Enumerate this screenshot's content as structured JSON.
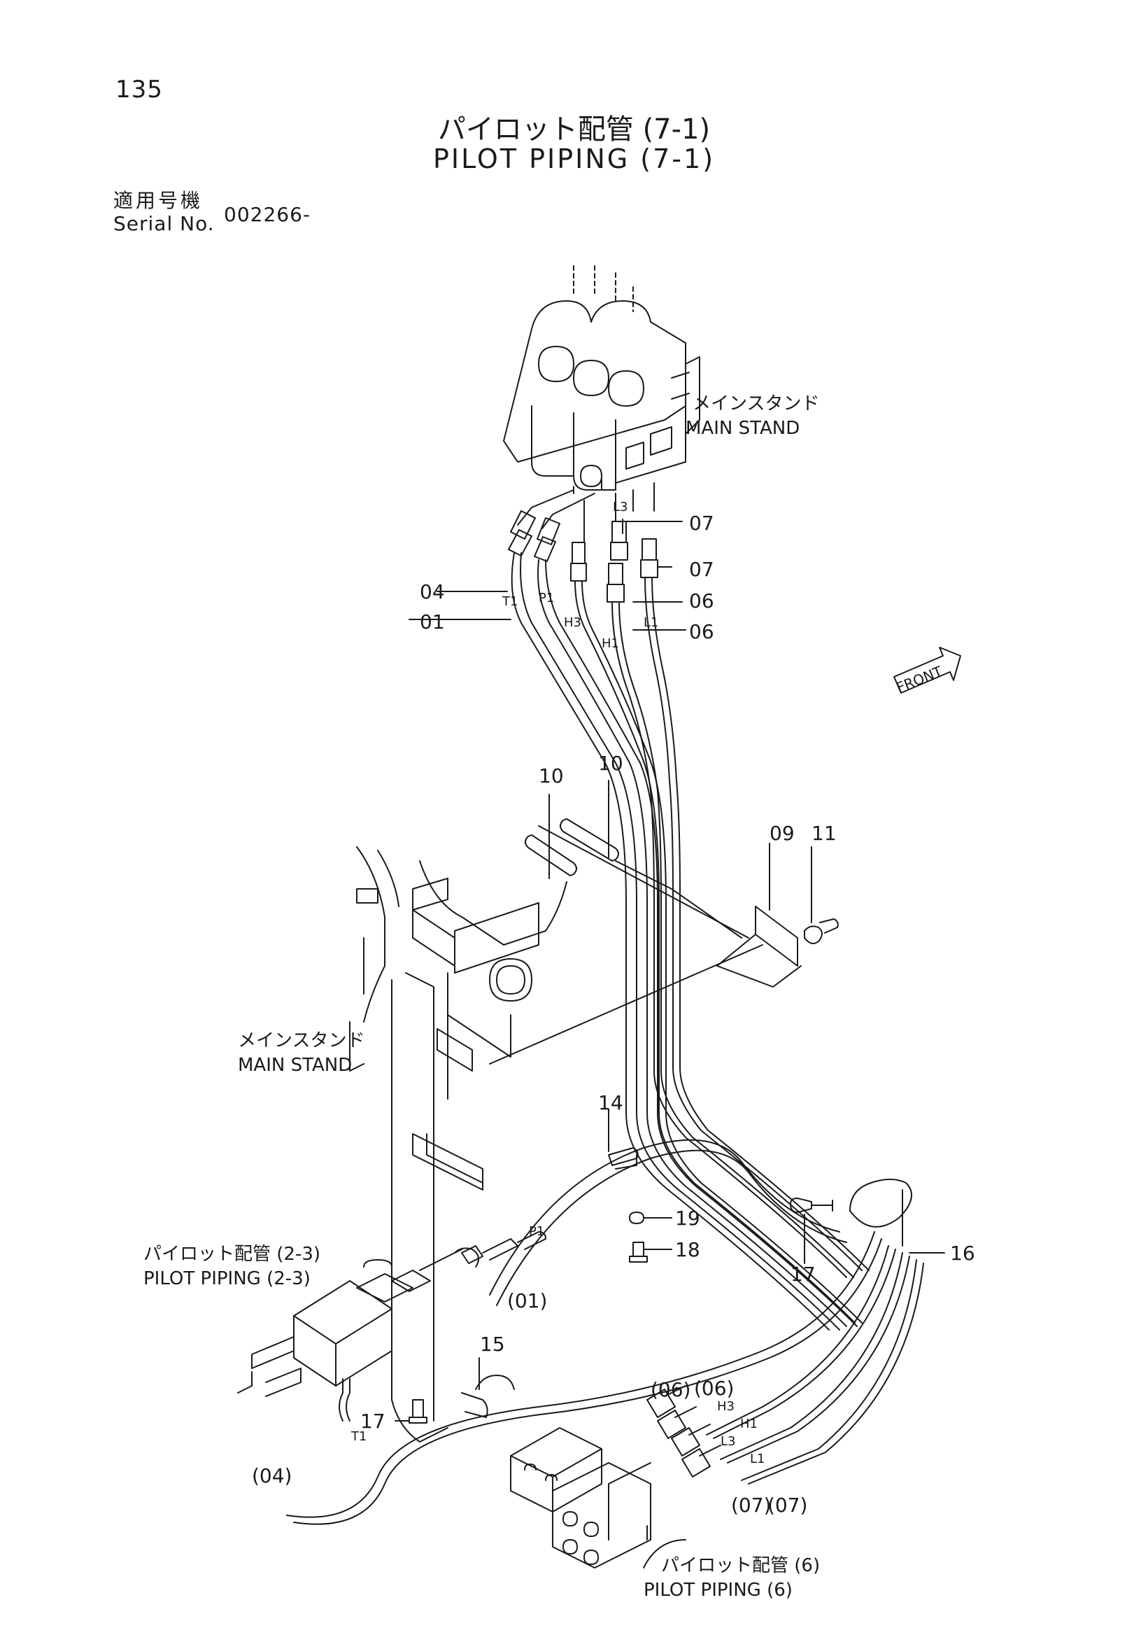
{
  "header": {
    "page_number": "135",
    "title_jp": "パイロット配管 (7-1)",
    "title_en": "PILOT PIPING (7-1)",
    "serial_label_jp": "適用号機",
    "serial_label_en": "Serial No.",
    "serial_value": "002266-"
  },
  "labels": {
    "main_stand_jp": "メインスタンド",
    "main_stand_en": "MAIN STAND",
    "pilot_2_3_jp": "パイロット配管 (2-3)",
    "pilot_2_3_en": "PILOT PIPING (2-3)",
    "pilot_6_jp": "パイロット配管 (6)",
    "pilot_6_en": "PILOT PIPING (6)",
    "front": "FRONT"
  },
  "ports": {
    "t1": "T1",
    "p1": "P1",
    "h3": "H3",
    "h1": "H1",
    "l3": "L3",
    "l1": "L1"
  },
  "callouts": {
    "c01": "01",
    "c04": "04",
    "c06": "06",
    "c07": "07",
    "c09": "09",
    "c10": "10",
    "c11": "11",
    "c14": "14",
    "c15": "15",
    "c16": "16",
    "c17": "17",
    "c18": "18",
    "c19": "19",
    "p01": "(01)",
    "p04": "(04)",
    "p06": "(06)",
    "p07": "(07)"
  }
}
